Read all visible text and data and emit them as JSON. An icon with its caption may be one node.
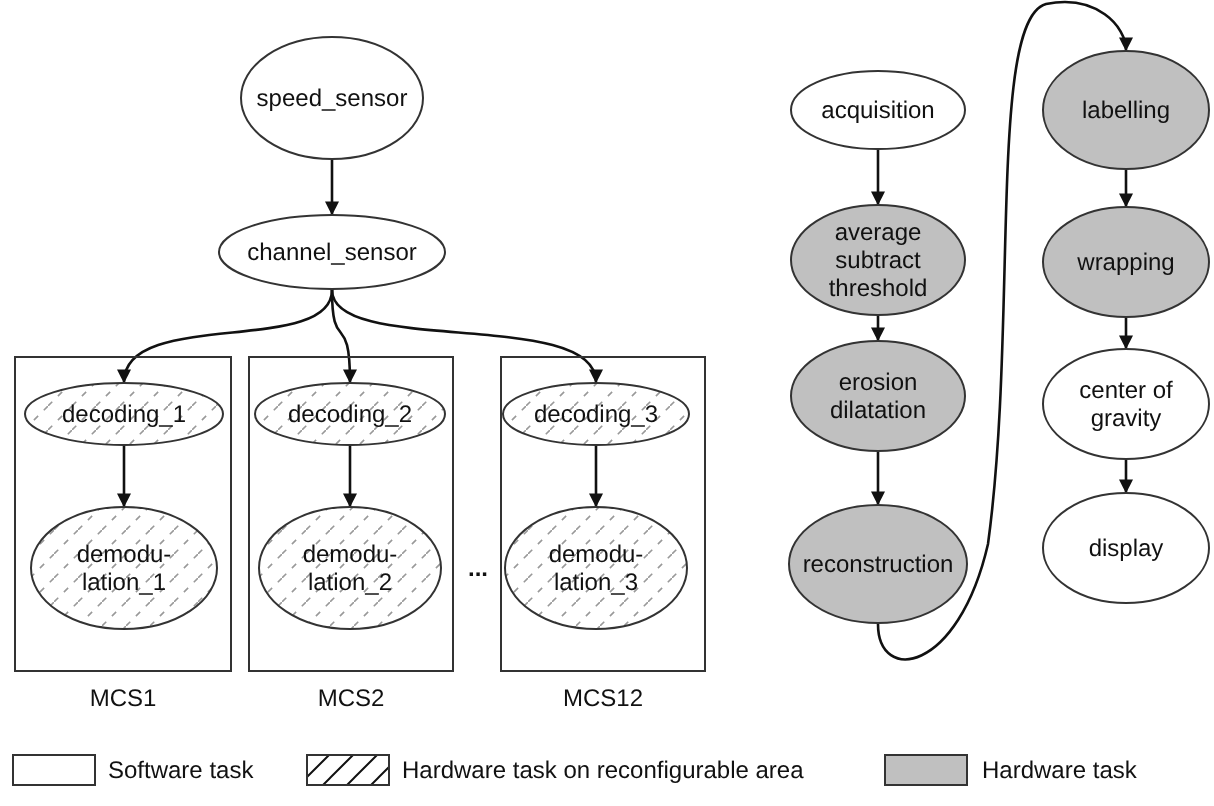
{
  "diagram": {
    "nodes": [
      {
        "text": [
          "speed_sensor"
        ]
      },
      {
        "text": [
          "channel_sensor"
        ]
      },
      {
        "text": [],
        "shape": "box",
        "beside": [
          "MCS1"
        ]
      },
      {
        "text": [
          "decoding_1"
        ],
        "in": 2
      },
      {
        "text": [
          "demodu- lation_1"
        ],
        "in": 2
      },
      {
        "text": [],
        "shape": "box",
        "beside": [
          "MCS2"
        ]
      },
      {
        "text": [
          "decoding_2"
        ],
        "in": 5
      },
      {
        "text": [
          "demodu- lation_2"
        ],
        "in": 5
      },
      {
        "text": [],
        "shape": "box",
        "beside": [
          "MCS12"
        ]
      },
      {
        "text": [
          "decoding_3"
        ],
        "in": 8
      },
      {
        "text": [
          "demodu- lation_3"
        ],
        "in": 8
      },
      {
        "text": [
          "acquisition"
        ]
      },
      {
        "text": [
          "average subtract threshold"
        ]
      },
      {
        "text": [
          "erosion dilatation"
        ]
      },
      {
        "text": [
          "reconstruction"
        ]
      },
      {
        "text": [
          "labelling"
        ]
      },
      {
        "text": [
          "wrapping"
        ]
      },
      {
        "text": [
          "center of gravity"
        ]
      },
      {
        "text": [
          "display"
        ]
      }
    ],
    "edges": [
      {
        "from": 0,
        "to": 1,
        "arrow": "to"
      },
      {
        "from": 1,
        "to": 3,
        "arrow": "to"
      },
      {
        "from": 1,
        "to": 6,
        "arrow": "to"
      },
      {
        "from": 1,
        "to": 9,
        "arrow": "to"
      },
      {
        "from": 3,
        "to": 4,
        "arrow": "to"
      },
      {
        "from": 6,
        "to": 7,
        "arrow": "to"
      },
      {
        "from": 9,
        "to": 10,
        "arrow": "to"
      },
      {
        "from": 11,
        "to": 12,
        "arrow": "to"
      },
      {
        "from": 12,
        "to": 13,
        "arrow": "to"
      },
      {
        "from": 13,
        "to": 14,
        "arrow": "to"
      },
      {
        "from": 14,
        "to": 15,
        "arrow": "to"
      },
      {
        "from": 15,
        "to": 16,
        "arrow": "to"
      },
      {
        "from": 16,
        "to": 17,
        "arrow": "to"
      },
      {
        "from": 17,
        "to": 18,
        "arrow": "to"
      }
    ],
    "labels": [
      "..."
    ],
    "legend": [
      {
        "text": "Software task",
        "color": "#ffffff"
      },
      {
        "text": "Hardware task on reconfigurable area"
      },
      {
        "text": "Hardware task",
        "color": "#c0c0c0"
      }
    ]
  }
}
